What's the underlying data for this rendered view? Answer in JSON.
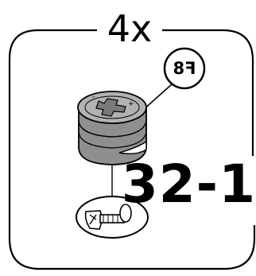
{
  "quantity": "4x",
  "part_code": "F8",
  "step_number": "32-1",
  "colors": {
    "frame": "#000000",
    "part_face": "#a9a9a9",
    "part_shadow": "#7c7c7c",
    "part_dark": "#5a5a5a"
  },
  "icons": [
    "cam-lock-fitting-icon",
    "screw-detail-icon"
  ]
}
